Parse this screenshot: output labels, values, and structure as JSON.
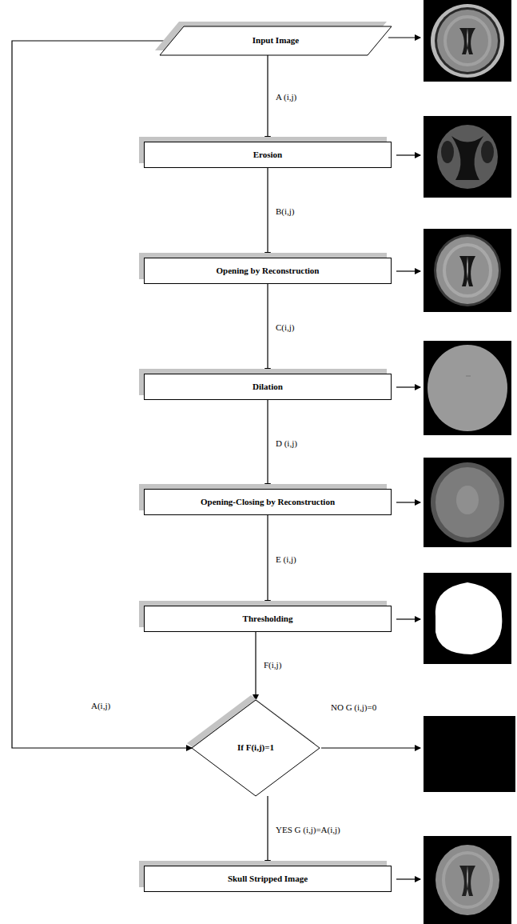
{
  "diagram": {
    "nodes": [
      {
        "text": [
          "Input Image"
        ]
      },
      {
        "text": [
          "Erosion"
        ]
      },
      {
        "text": [
          "Opening by Reconstruction"
        ]
      },
      {
        "text": [
          "Dilation"
        ]
      },
      {
        "text": [
          "Opening-Closing by Reconstruction"
        ]
      },
      {
        "text": [
          "Thresholding"
        ]
      },
      {
        "text": [
          "If F(i,j)=1"
        ]
      },
      {
        "text": [
          "Skull Stripped Image"
        ]
      }
    ],
    "edges": [
      {
        "from": 0,
        "to": 1,
        "label": "A (i,j)",
        "arrow": "to"
      },
      {
        "from": 1,
        "to": 2,
        "label": "B(i,j)",
        "arrow": "to"
      },
      {
        "from": 2,
        "to": 3,
        "label": "C(i,j)",
        "arrow": "to"
      },
      {
        "from": 3,
        "to": 4,
        "label": "D (i,j)",
        "arrow": "to"
      },
      {
        "from": 4,
        "to": 5,
        "label": "E (i,j)",
        "arrow": "to"
      },
      {
        "from": 5,
        "to": 6,
        "label": "F(i,j)",
        "arrow": "to"
      },
      {
        "from": 6,
        "to": 7,
        "label": "YES G (i,j)=A(i,j)",
        "arrow": "to"
      },
      {
        "from": 0,
        "to": 6,
        "label": "A(i,j)",
        "arrow": "to"
      }
    ],
    "labels": [
      "NO G (i,j)=0"
    ]
  }
}
